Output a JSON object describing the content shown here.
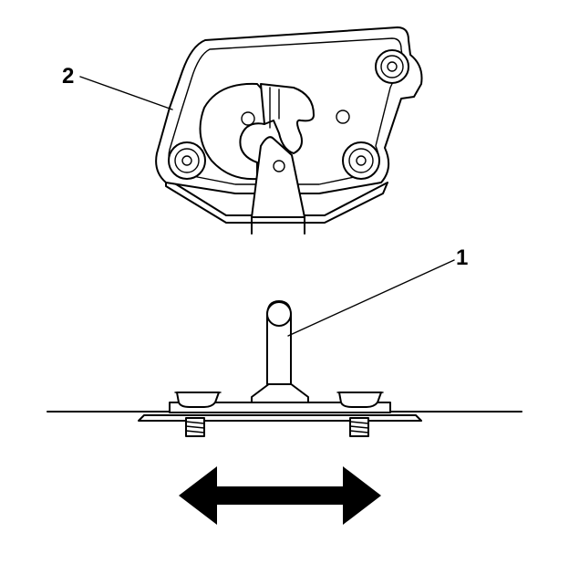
{
  "diagram": {
    "callouts": [
      {
        "id": "latch",
        "label": "2"
      },
      {
        "id": "striker",
        "label": "1"
      }
    ],
    "arrow": {
      "direction": "left-right",
      "color": "#000000"
    }
  }
}
